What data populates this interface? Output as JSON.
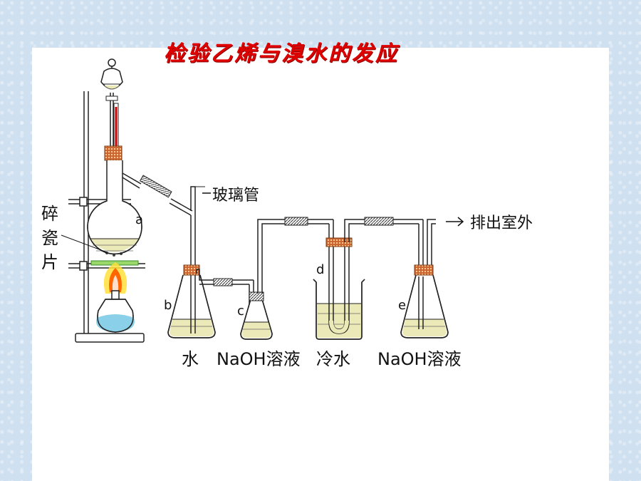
{
  "title": "检验乙烯与溴水的发应",
  "labels": {
    "porcelain_chars": [
      "碎",
      "瓷",
      "片"
    ],
    "glass_tube": "玻璃管",
    "exhaust": "排出室外",
    "water": "水",
    "naoh_1": "NaOH溶液",
    "cold_water": "冷水",
    "naoh_2": "NaOH溶液",
    "a": "a",
    "b": "b",
    "c": "c",
    "d": "d",
    "e": "e"
  },
  "colors": {
    "title": "#e00000",
    "stopper": "#cc6633",
    "thermometer": "#cc0000",
    "liquid": "#ece9b8",
    "flame": "#ff6600",
    "frame": "#cfe0f0"
  }
}
